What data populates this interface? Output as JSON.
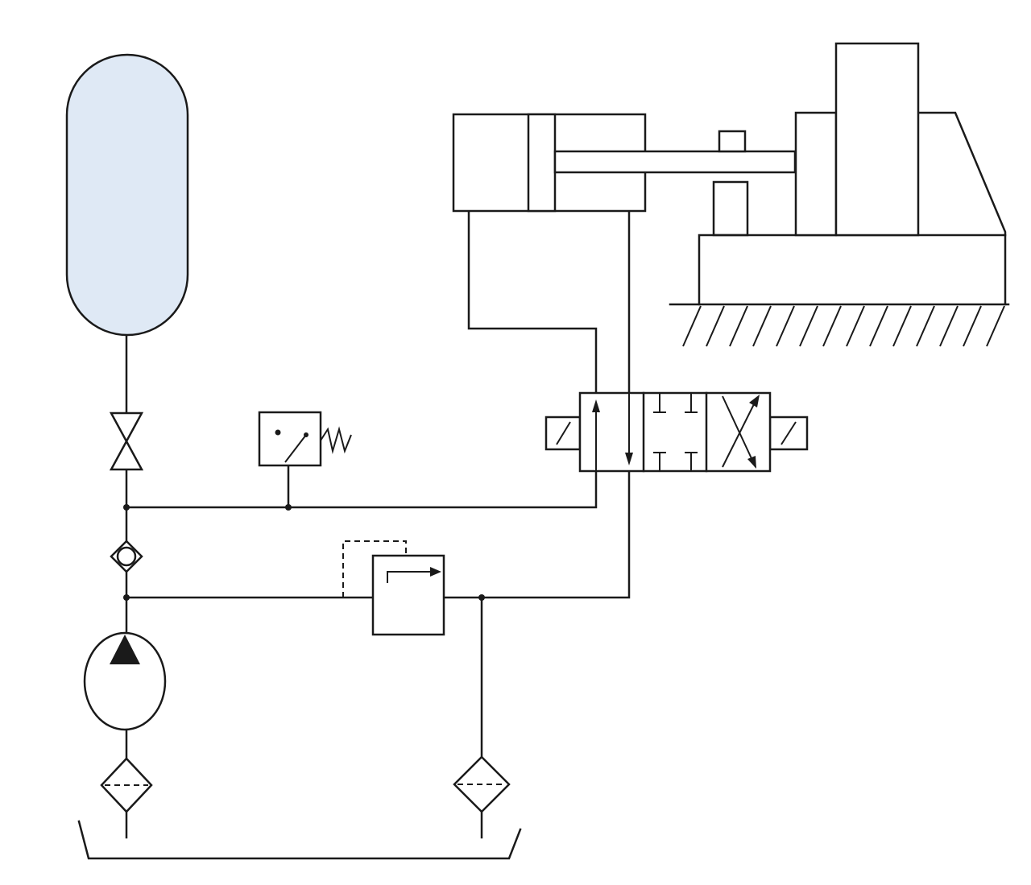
{
  "diagram": {
    "components": [
      {
        "id": "accumulator",
        "name": "hydraulic-accumulator",
        "fill": "#dfe9f5"
      },
      {
        "id": "shutoff",
        "name": "shutoff-valve"
      },
      {
        "id": "pressure-switch",
        "name": "pressure-switch"
      },
      {
        "id": "check-valve",
        "name": "check-valve"
      },
      {
        "id": "pump",
        "name": "hydraulic-pump"
      },
      {
        "id": "suction-filter",
        "name": "suction-filter"
      },
      {
        "id": "return-filter",
        "name": "return-filter"
      },
      {
        "id": "relief-valve",
        "name": "pressure-relief-valve"
      },
      {
        "id": "dcv",
        "name": "4-3-directional-control-valve"
      },
      {
        "id": "cylinder",
        "name": "double-acting-cylinder"
      },
      {
        "id": "press",
        "name": "press-frame-load"
      },
      {
        "id": "tank",
        "name": "reservoir-tank"
      }
    ],
    "colors": {
      "line": "#1a1a1a",
      "accumulator_fill": "#dfe9f5",
      "background": "#ffffff"
    }
  }
}
